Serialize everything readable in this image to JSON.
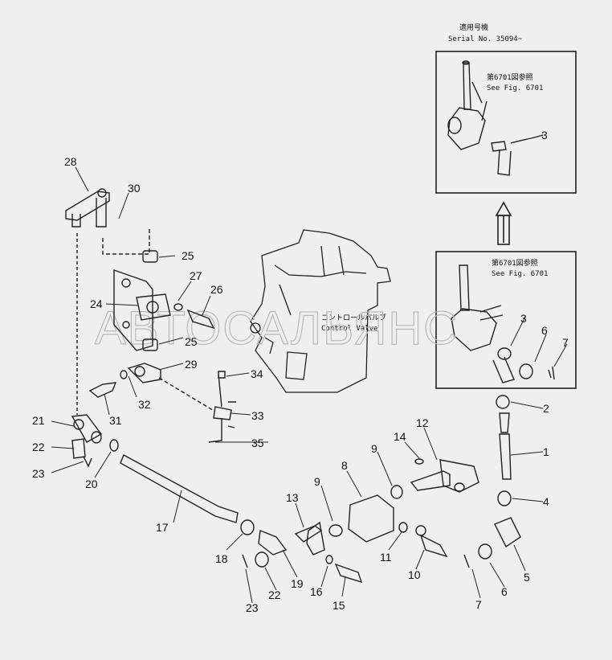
{
  "header": {
    "jp": "適用号機",
    "serial": "Serial No. 35094~"
  },
  "insets": {
    "top": {
      "ref_jp": "第6701図参照",
      "ref_en": "See Fig. 6701",
      "part": "3"
    },
    "lower": {
      "ref_jp": "第6701図参照",
      "ref_en": "See Fig. 6701"
    }
  },
  "control_valve": {
    "jp": "コントロールバルブ",
    "en": "Control Valve"
  },
  "watermark": "АВТОСАЛЬЯНС",
  "callouts": [
    "28",
    "30",
    "25",
    "27",
    "26",
    "24",
    "25",
    "29",
    "34",
    "31",
    "32",
    "33",
    "35",
    "21",
    "22",
    "23",
    "20",
    "17",
    "18",
    "23",
    "22",
    "19",
    "13",
    "9",
    "16",
    "15",
    "8",
    "9",
    "14",
    "12",
    "11",
    "10",
    "3",
    "6",
    "7",
    "2",
    "1",
    "4",
    "5",
    "6",
    "7"
  ]
}
